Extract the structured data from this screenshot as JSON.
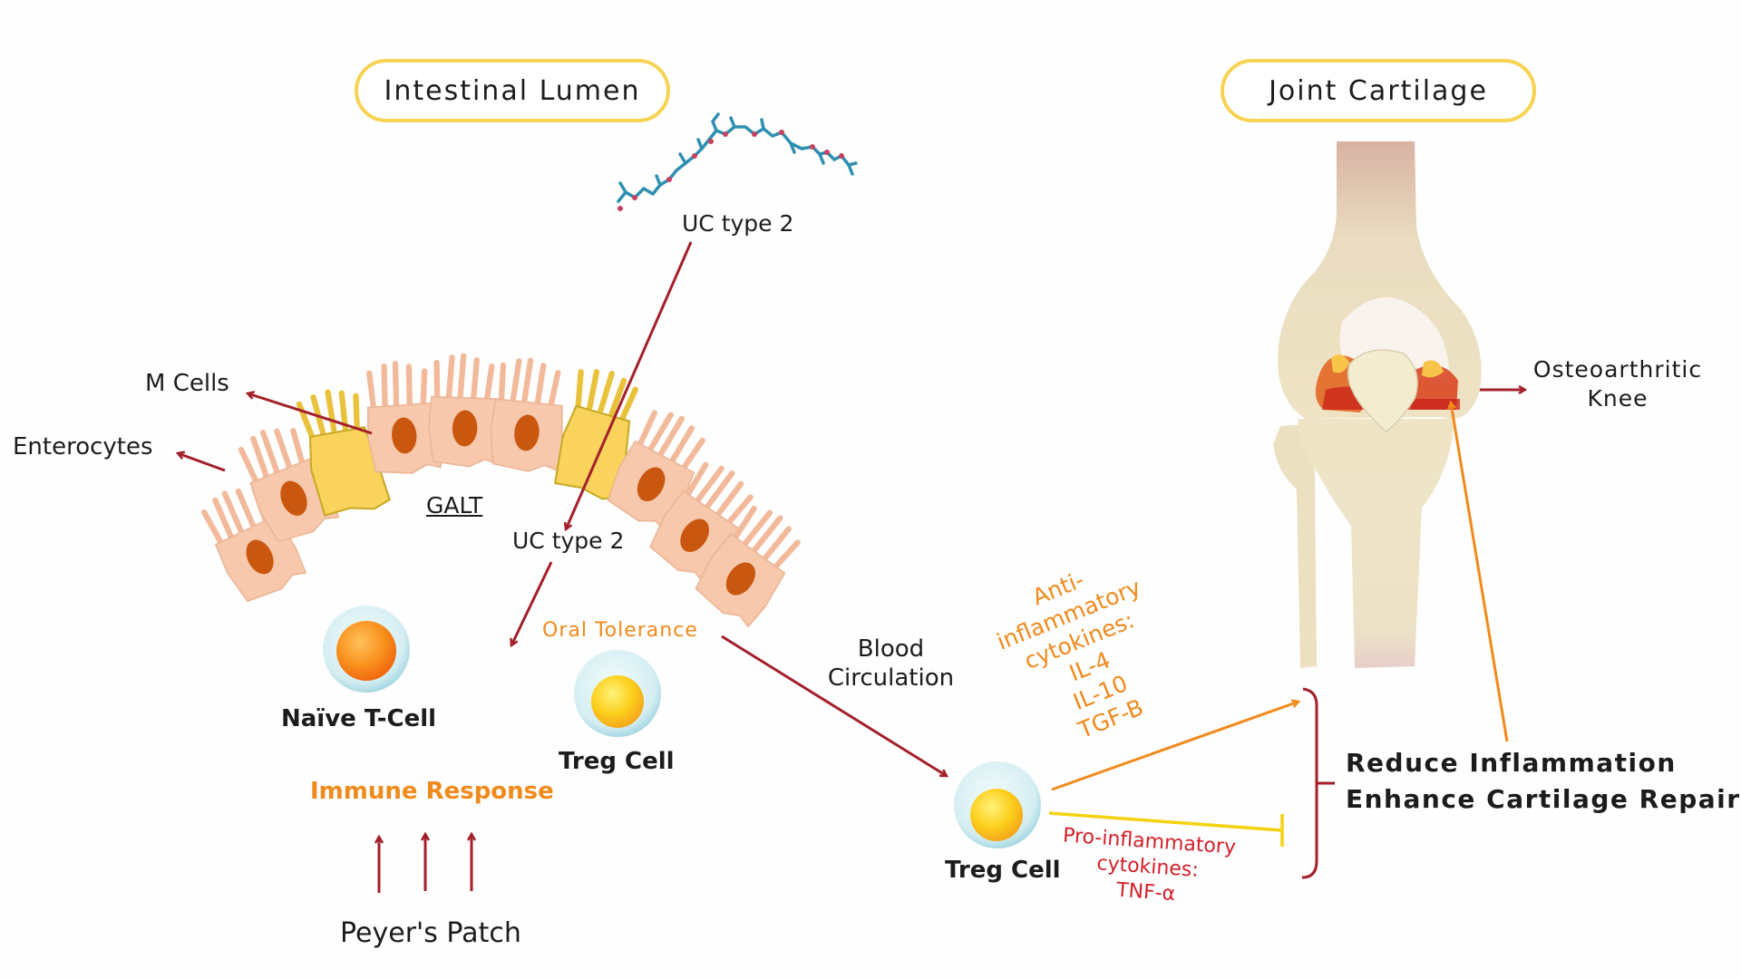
{
  "sections": {
    "intestinal_lumen": "Intestinal Lumen",
    "joint_cartilage": "Joint Cartilage"
  },
  "labels": {
    "uc_type2_top": "UC type 2",
    "uc_type2_mid": "UC type 2",
    "m_cells": "M Cells",
    "enterocytes": "Enterocytes",
    "galt": "GALT",
    "oral_tolerance": "Oral Tolerance",
    "naive_t_cell": "Naïve T-Cell",
    "treg_cell_gut": "Treg Cell",
    "immune_response": "Immune Response",
    "peyers_patch": "Peyer's Patch",
    "blood_circulation_1": "Blood",
    "blood_circulation_2": "Circulation",
    "treg_cell_blood": "Treg Cell",
    "osteoarthritic_1": "Osteoarthritic",
    "osteoarthritic_2": "Knee",
    "outcome_1": "Reduce Inflammation",
    "outcome_2": "Enhance Cartilage Repair"
  },
  "anti_inflammatory": {
    "lines": [
      "Anti-",
      "inflammatory",
      "cytokines:",
      "IL-4",
      "IL-10",
      "TGF-B"
    ]
  },
  "pro_inflammatory": {
    "lines": [
      "Pro-inflammatory",
      "cytokines:",
      "TNF-α"
    ]
  },
  "icons": {
    "molecule": "collagen-molecule-icon",
    "knee": "osteoarthritic-knee-illustration",
    "cell": "t-cell-icon"
  },
  "colors": {
    "pill_border": "#f7d354",
    "arrow_dark_red": "#a3202a",
    "orange": "#f08a1c",
    "yellow_line": "#f5d20f",
    "red_text": "#d2202a",
    "enterocyte": "#f5c4a6",
    "nucleus": "#c9570f",
    "m_cell": "#f7d354"
  }
}
